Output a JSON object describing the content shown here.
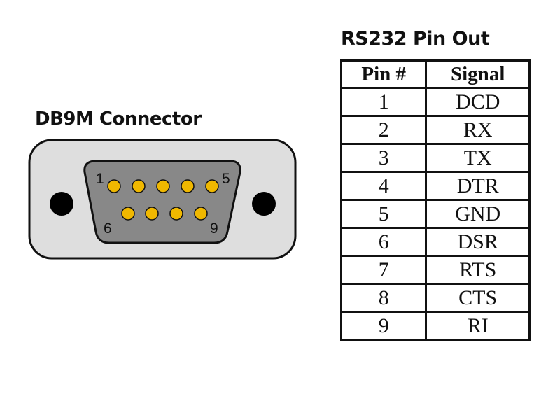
{
  "connector": {
    "title": "DB9M Connector",
    "label_pin1": "1",
    "label_pin5": "5",
    "label_pin6": "6",
    "label_pin9": "9",
    "colors": {
      "shell": "#dedede",
      "body": "#888888",
      "pin": "#f0b800",
      "screw": "#000000",
      "outline": "#111111"
    }
  },
  "table": {
    "title": "RS232 Pin Out",
    "headers": [
      "Pin #",
      "Signal"
    ],
    "rows": [
      {
        "pin": "1",
        "signal": "DCD"
      },
      {
        "pin": "2",
        "signal": "RX"
      },
      {
        "pin": "3",
        "signal": "TX"
      },
      {
        "pin": "4",
        "signal": "DTR"
      },
      {
        "pin": "5",
        "signal": "GND"
      },
      {
        "pin": "6",
        "signal": "DSR"
      },
      {
        "pin": "7",
        "signal": "RTS"
      },
      {
        "pin": "8",
        "signal": "CTS"
      },
      {
        "pin": "9",
        "signal": "RI"
      }
    ]
  }
}
